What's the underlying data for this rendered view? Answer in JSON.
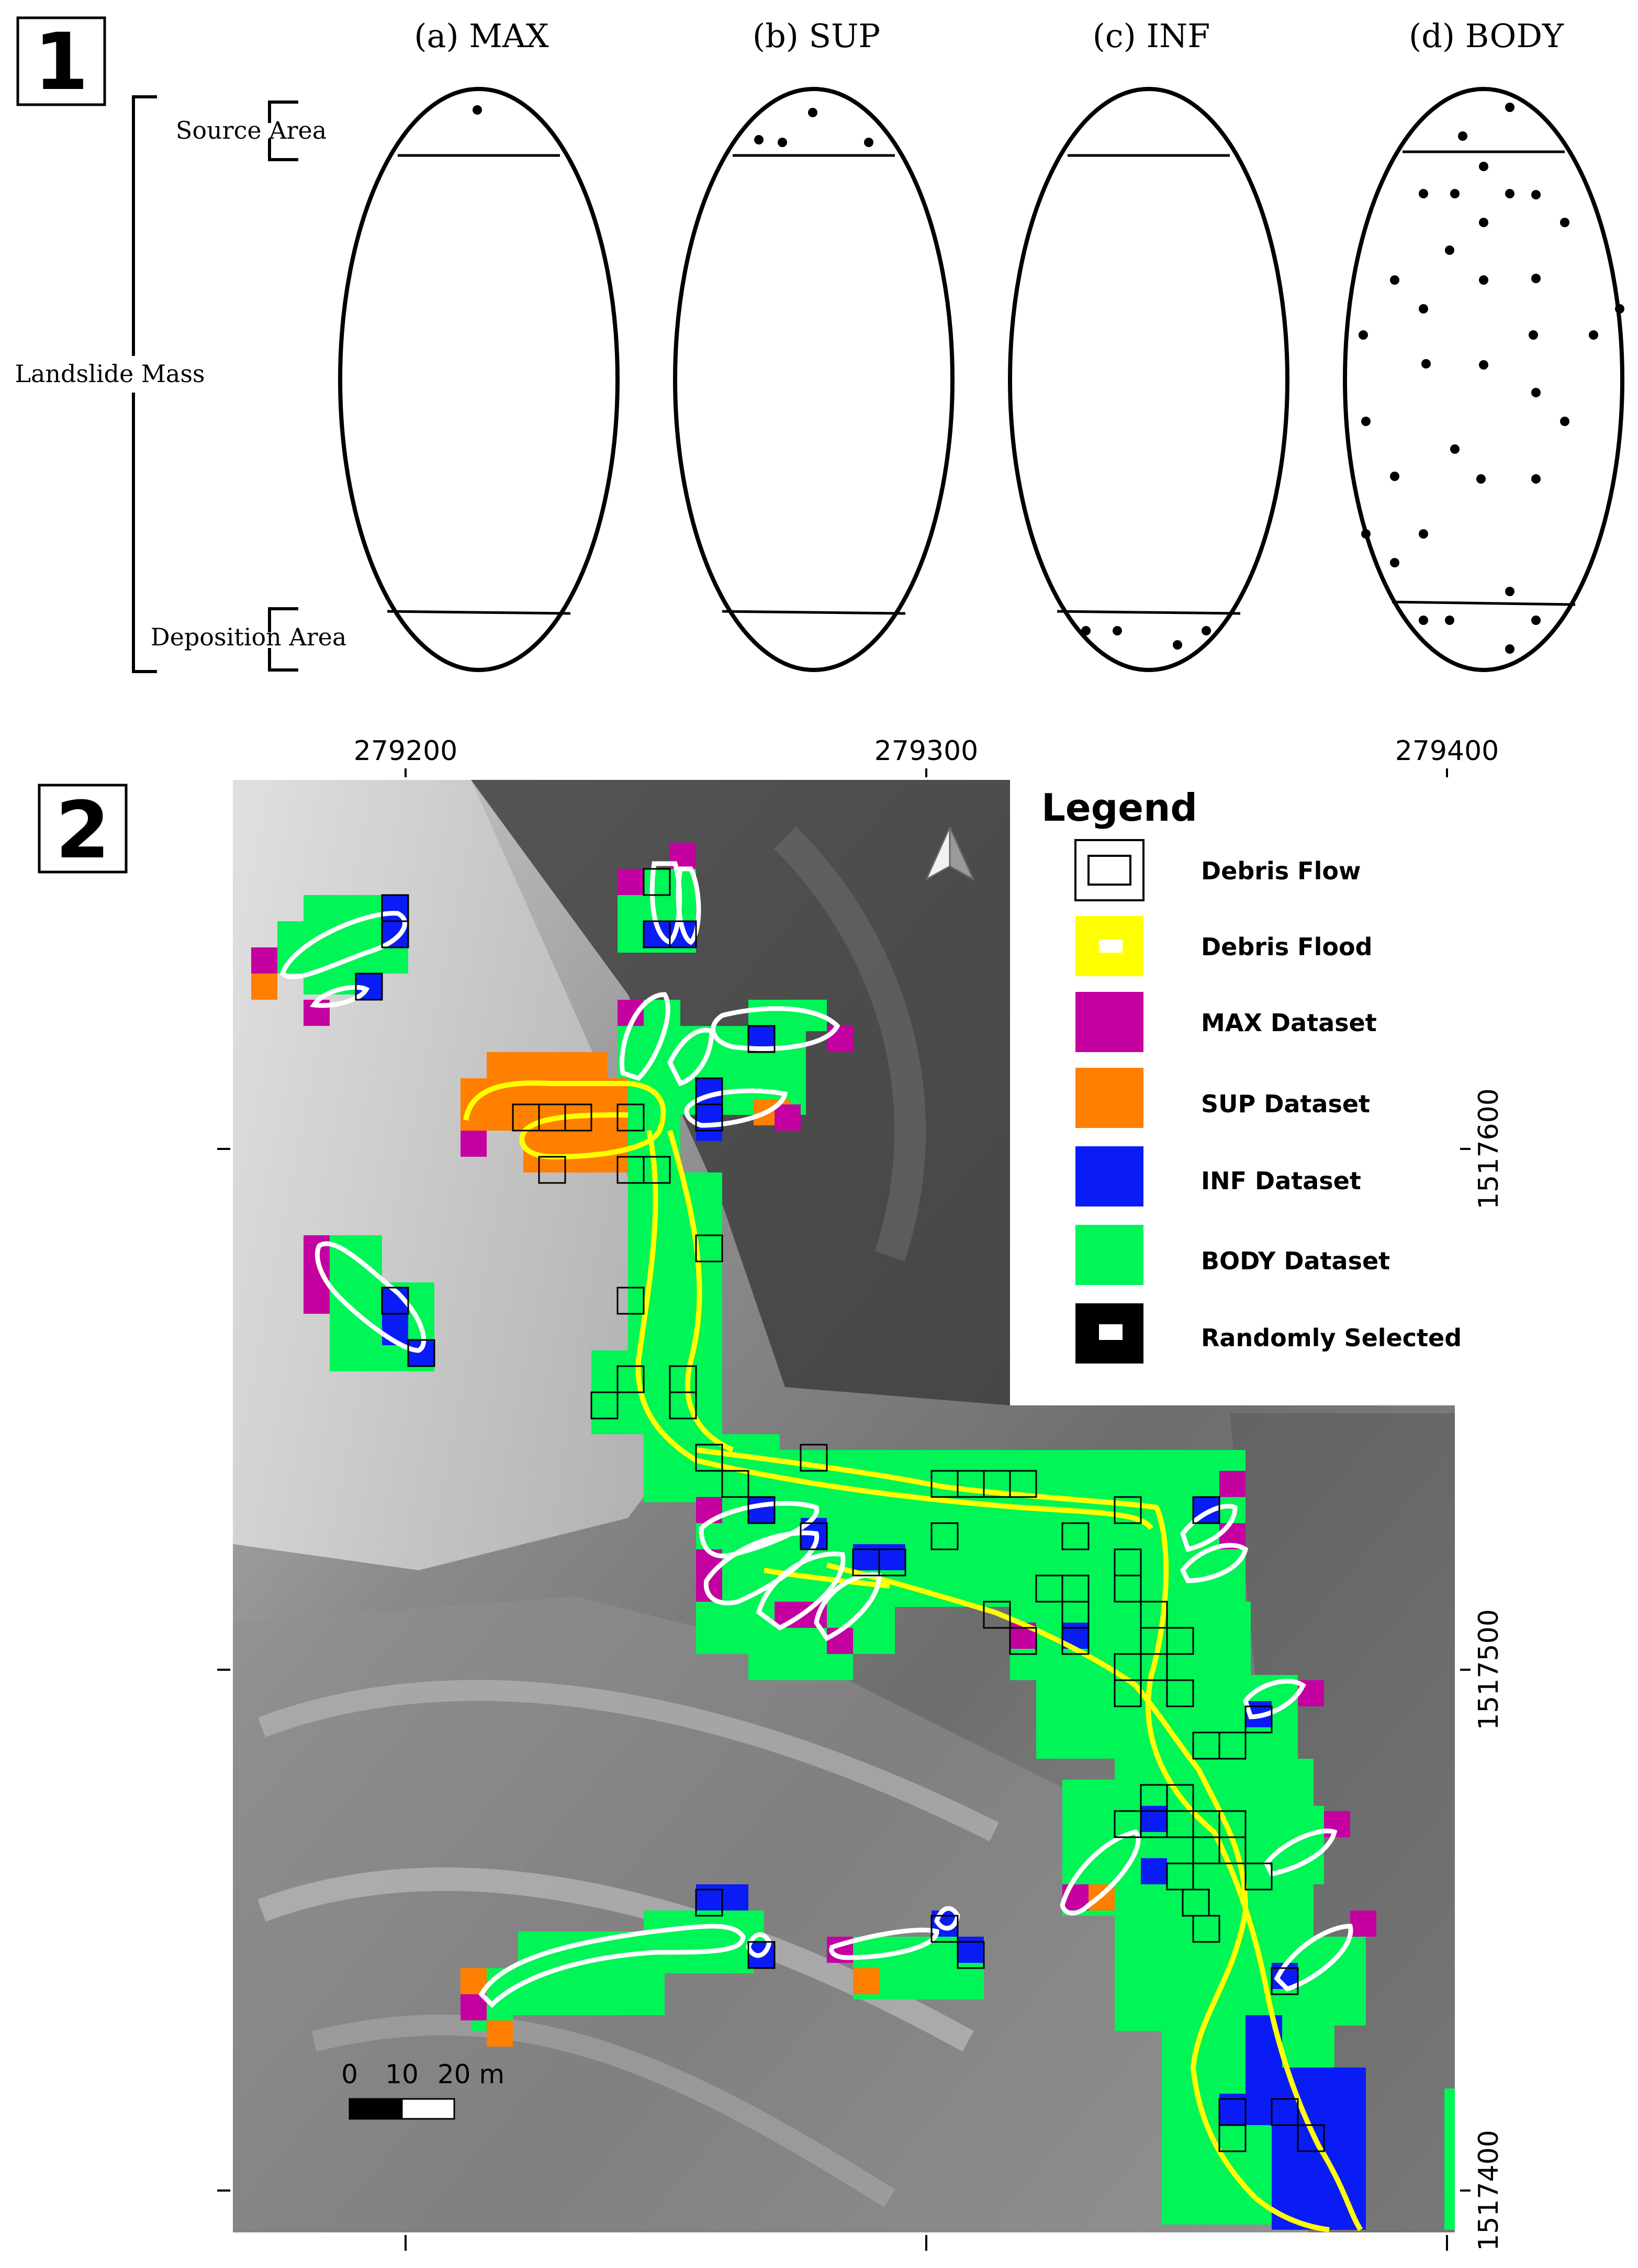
{
  "panel1": {
    "badge": "1",
    "columns": [
      {
        "title": "(a) MAX"
      },
      {
        "title": "(b) SUP"
      },
      {
        "title": "(c) INF"
      },
      {
        "title": "(d) BODY"
      }
    ],
    "labels": {
      "source": "Source Area",
      "mass": "Landslide Mass",
      "deposition": "Deposition Area"
    }
  },
  "panel2": {
    "badge": "2",
    "x_ticks": [
      "279200",
      "279300",
      "279400"
    ],
    "y_ticks": [
      "1517600",
      "1517500",
      "1517400"
    ],
    "scalebar": {
      "labels": [
        "0",
        "10",
        "20 m"
      ]
    },
    "legend": {
      "title": "Legend",
      "items": [
        {
          "label": "Debris Flow",
          "color": "#ffffff",
          "inner": "#ffffff"
        },
        {
          "label": "Debris Flood",
          "color": "#ffff00",
          "inner": "#ffffff"
        },
        {
          "label": "MAX Dataset",
          "color": "#c400a0"
        },
        {
          "label": "SUP Dataset",
          "color": "#ff7f00"
        },
        {
          "label": "INF Dataset",
          "color": "#0a1cf5"
        },
        {
          "label": "BODY Dataset",
          "color": "#00f556"
        },
        {
          "label": "Randomly Selected",
          "color": "#000000",
          "inner": "#ffffff"
        }
      ]
    }
  },
  "colors": {
    "max": "#c400a0",
    "sup": "#ff7f00",
    "inf": "#0a1cf5",
    "body": "#00f556",
    "flood": "#ffff00",
    "flow": "#ffffff"
  }
}
